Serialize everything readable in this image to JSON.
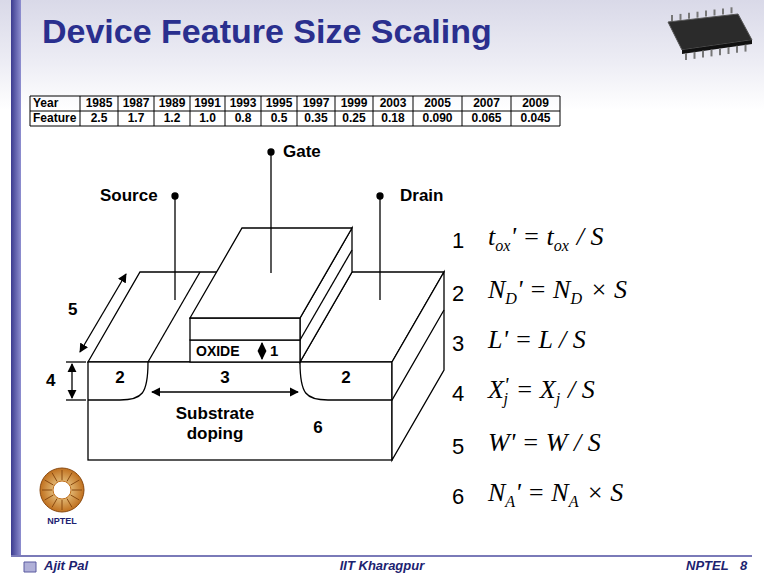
{
  "diagram": {
    "title": "Device Feature Size Scaling",
    "labels": [
      "Year",
      "1985",
      "1987",
      "1989",
      "1991",
      "1993",
      "1995",
      "1997",
      "1999",
      "2003",
      "2005",
      "2007",
      "2009",
      "Feature",
      "2.5",
      "1.7",
      "1.2",
      "1.0",
      "0.8",
      "0.5",
      "0.35",
      "0.25",
      "0.18",
      "0.090",
      "0.065",
      "0.045",
      "Gate",
      "Source",
      "Drain",
      "5",
      "OXIDE",
      "1",
      "4",
      "2",
      "3",
      "2",
      "Substrate doping",
      "6",
      "1",
      "t",
      "ox",
      "' = t",
      "ox",
      "/ S",
      "2",
      "N",
      "D",
      "' = N",
      "D",
      "× S",
      "3",
      "L' = L / S",
      "4",
      "X",
      "'",
      "j",
      "= X",
      "j",
      "/ S",
      "5",
      "W' = W / S",
      "6",
      "N",
      "A",
      "' = N",
      "A",
      "× S",
      "NPTEL",
      "Ajit Pal",
      "IIT Kharagpur",
      "NPTEL",
      "8"
    ]
  }
}
